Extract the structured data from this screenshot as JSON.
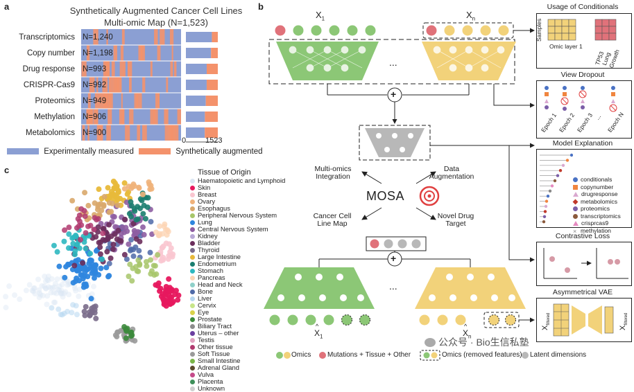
{
  "panel_a": {
    "label": "a",
    "title": "Synthetically Augmented Cancer Cell Lines",
    "subtitle": "Multi-omic Map (N=1,523)",
    "axis_min": "0",
    "axis_max": "1523",
    "legend_measured": "Experimentally measured",
    "legend_augmented": "Synthetically augmented"
  },
  "chart_data": {
    "type": "bar",
    "orientation": "horizontal-stacked",
    "title": "Synthetically Augmented Cancer Cell Lines",
    "subtitle": "Multi-omic Map (N=1,523)",
    "categories": [
      "Transcriptomics",
      "Copy number",
      "Drug response",
      "CRISPR-Cas9",
      "Proteomics",
      "Methylation",
      "Metabolomics"
    ],
    "n_labels": [
      "N=1,240",
      "N=1,198",
      "N=993",
      "N=992",
      "N=949",
      "N=906",
      "N=900"
    ],
    "series": [
      {
        "name": "Experimentally measured",
        "values": [
          1240,
          1198,
          993,
          992,
          949,
          906,
          900
        ],
        "color": "#8b9fd3"
      },
      {
        "name": "Synthetically augmented",
        "values": [
          283,
          325,
          530,
          531,
          574,
          617,
          623
        ],
        "color": "#f4926b"
      }
    ],
    "xlim": [
      0,
      1523
    ],
    "xticks": [
      "0",
      "1523"
    ],
    "legend_position": "bottom"
  },
  "panel_b": {
    "label": "b",
    "x1": "X",
    "x1_sub": "1",
    "xn": "X",
    "xn_sub": "n",
    "ellipsis_top": "...",
    "ellipsis_bottom": "...",
    "plus": "+",
    "mosa": "MOSA",
    "arrow_integration": "Multi-omics\nIntegration",
    "arrow_augmentation": "Data\nAugmentation",
    "arrow_map": "Cancer Cell\nLine Map",
    "arrow_target": "Novel Drug\nTarget",
    "xhat1": "X",
    "xhat1_sub": "1",
    "xhatn": "X",
    "xhatn_sub": "n",
    "legend_omics": "Omics",
    "legend_mut": "Mutations + Tissue + Other",
    "legend_removed": "Omics (removed features)",
    "legend_latent": "Latent dimensions"
  },
  "usage_box": {
    "title": "Usage of Conditionals",
    "samples": "Samples",
    "omic_layer": "Omic layer 1",
    "cond_labels": [
      "TP53",
      "Lung",
      "Growth"
    ]
  },
  "dropout_box": {
    "title": "View Dropout",
    "epochs": [
      "Epoch 1",
      "Epoch 2",
      "Epoch 3",
      "...",
      "Epoch N"
    ]
  },
  "explain_box": {
    "title": "Model Explanation",
    "items": [
      {
        "label": "conditionals",
        "color": "#4a72c4",
        "shape": "circle"
      },
      {
        "label": "copynumber",
        "color": "#f0853f",
        "shape": "square"
      },
      {
        "label": "drugresponse",
        "color": "#d9a8cf",
        "shape": "tri"
      },
      {
        "label": "metabolomics",
        "color": "#c0392b",
        "shape": "diamond"
      },
      {
        "label": "proteomics",
        "color": "#7b5ea7",
        "shape": "circle"
      },
      {
        "label": "transcriptomics",
        "color": "#8b5a3c",
        "shape": "circle"
      },
      {
        "label": "crisprcas9",
        "color": "#e68ac0",
        "shape": "tri"
      },
      {
        "label": "methylation",
        "color": "#888888",
        "shape": "x"
      }
    ]
  },
  "contrastive_box": {
    "title": "Contrastive Loss"
  },
  "asym_box": {
    "title": "Asymmetrical VAE",
    "x_filtered": "X",
    "x_filtered_sub": "filtered"
  },
  "panel_c": {
    "label": "c",
    "legend_title": "Tissue of Origin",
    "tissues": [
      {
        "name": "Haematopoietic and Lymphoid",
        "color": "#dbe6f3"
      },
      {
        "name": "Skin",
        "color": "#e7185e"
      },
      {
        "name": "Breast",
        "color": "#f9c6d0"
      },
      {
        "name": "Ovary",
        "color": "#f0b27a"
      },
      {
        "name": "Esophagus",
        "color": "#d9a86c"
      },
      {
        "name": "Peripheral Nervous System",
        "color": "#a7c66a"
      },
      {
        "name": "Lung",
        "color": "#2e86de"
      },
      {
        "name": "Central Nervous System",
        "color": "#8e5ea2"
      },
      {
        "name": "Kidney",
        "color": "#b8a9d6"
      },
      {
        "name": "Bladder",
        "color": "#6b2e5c"
      },
      {
        "name": "Thyroid",
        "color": "#7a6b8a"
      },
      {
        "name": "Large Intestine",
        "color": "#e8b93a"
      },
      {
        "name": "Endometrium",
        "color": "#1a7d6f"
      },
      {
        "name": "Stomach",
        "color": "#2fb8c0"
      },
      {
        "name": "Pancreas",
        "color": "#fcd5b4"
      },
      {
        "name": "Head and Neck",
        "color": "#8fd0c9"
      },
      {
        "name": "Bone",
        "color": "#4f6aa8"
      },
      {
        "name": "Liver",
        "color": "#b7d7f0"
      },
      {
        "name": "Cervix",
        "color": "#c8e58a"
      },
      {
        "name": "Eye",
        "color": "#d9d24a"
      },
      {
        "name": "Prostate",
        "color": "#3c8a3c"
      },
      {
        "name": "Biliary Tract",
        "color": "#8c8c8c"
      },
      {
        "name": "Uterus – other",
        "color": "#6b3fa0"
      },
      {
        "name": "Testis",
        "color": "#e0a3c0"
      },
      {
        "name": "Other tissue",
        "color": "#b03a6e"
      },
      {
        "name": "Soft Tissue",
        "color": "#9a9a9a"
      },
      {
        "name": "Small Intestine",
        "color": "#7ab648"
      },
      {
        "name": "Adrenal Gland",
        "color": "#5c4c2e"
      },
      {
        "name": "Vulva",
        "color": "#c54a8a"
      },
      {
        "name": "Placenta",
        "color": "#3e8f5a"
      },
      {
        "name": "Unknown",
        "color": "#cfcfcf"
      }
    ]
  },
  "watermark": "公众号 · Bio生信私塾",
  "colors": {
    "green": "#8cc776",
    "yellow": "#f2d27a",
    "red": "#e0727a",
    "gray": "#b8b8b8",
    "blue": "#8b9fd3",
    "orange": "#f4926b"
  }
}
